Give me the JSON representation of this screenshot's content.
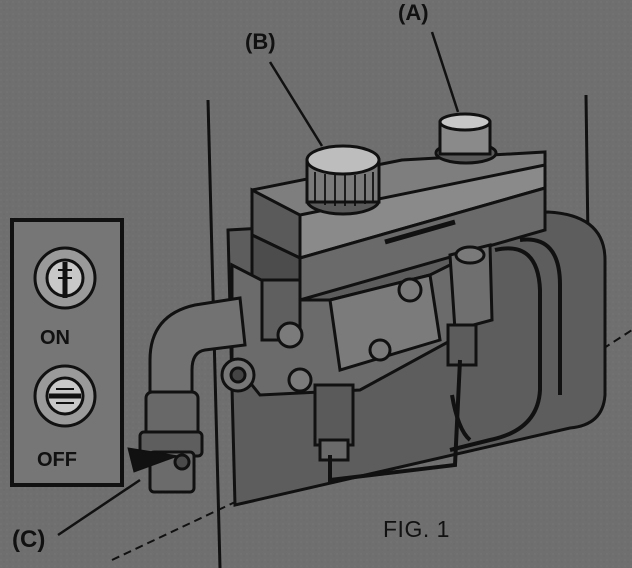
{
  "labels": {
    "a": "(A)",
    "b": "(B)",
    "c": "(C)",
    "on": "ON",
    "off": "OFF",
    "fig": "FIG. 1"
  },
  "colors": {
    "background": "#6f6f6f",
    "ink": "#111111",
    "highlight": "#cfcfcf"
  }
}
